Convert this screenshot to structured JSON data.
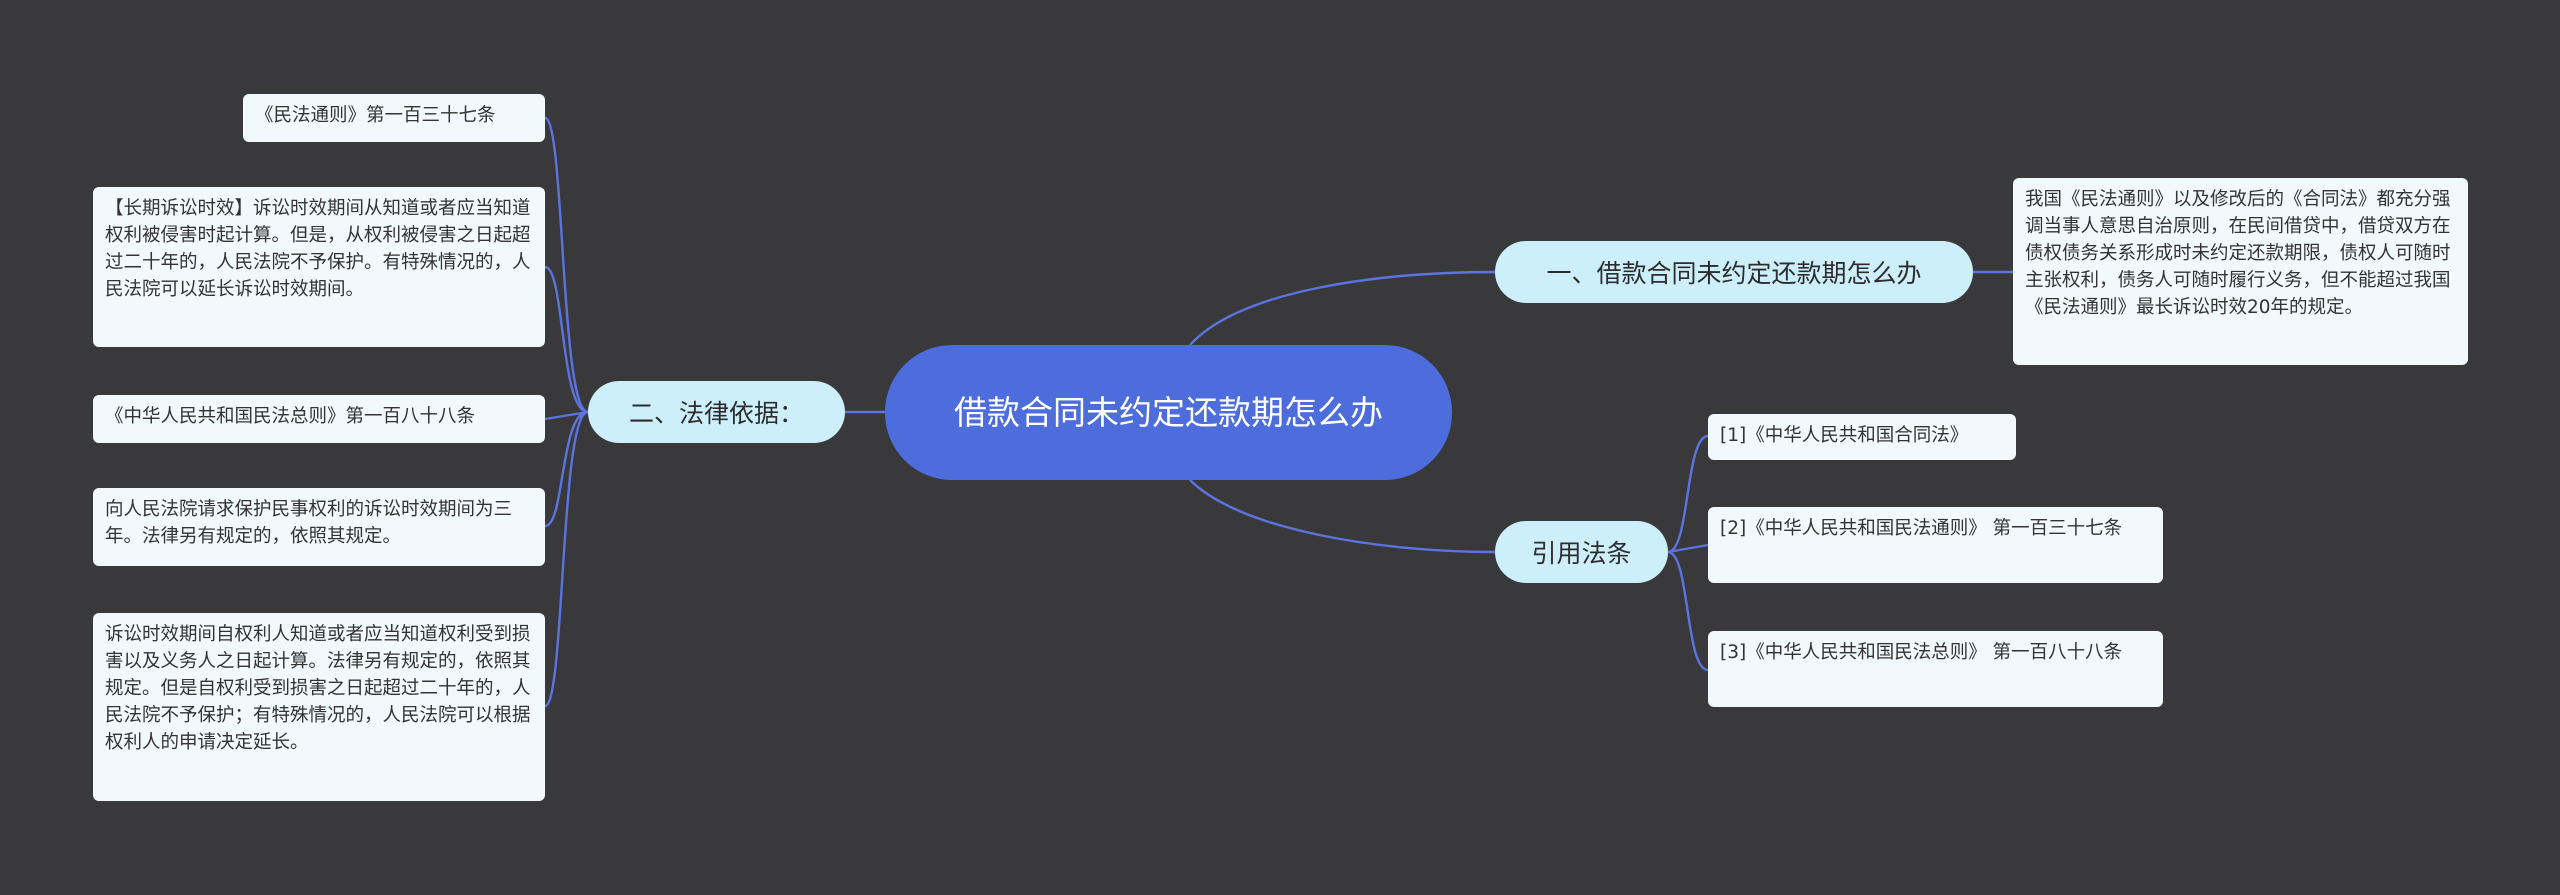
{
  "root": {
    "title": "借款合同未约定还款期怎么办"
  },
  "branches": {
    "b1": {
      "label": "一、借款合同未约定还款期怎么办",
      "leaves": [
        "我国《民法通则》以及修改后的《合同法》都充分强调当事人意思自治原则，在民间借贷中，借贷双方在债权债务关系形成时未约定还款期限，债权人可随时主张权利，债务人可随时履行义务，但不能超过我国《民法通则》最长诉讼时效20年的规定。"
      ]
    },
    "b2": {
      "label": "二、法律依据：",
      "leaves": [
        "《民法通则》第一百三十七条",
        "【长期诉讼时效】诉讼时效期间从知道或者应当知道权利被侵害时起计算。但是，从权利被侵害之日起超过二十年的，人民法院不予保护。有特殊情况的，人民法院可以延长诉讼时效期间。",
        "《中华人民共和国民法总则》第一百八十八条",
        "向人民法院请求保护民事权利的诉讼时效期间为三年。法律另有规定的，依照其规定。",
        "诉讼时效期间自权利人知道或者应当知道权利受到损害以及义务人之日起计算。法律另有规定的，依照其规定。但是自权利受到损害之日起超过二十年的，人民法院不予保护；有特殊情况的，人民法院可以根据权利人的申请决定延长。"
      ]
    },
    "b3": {
      "label": "引用法条",
      "leaves": [
        "[1]《中华人民共和国合同法》",
        "[2]《中华人民共和国民法通则》 第一百三十七条",
        "[3]《中华人民共和国民法总则》 第一百八十八条"
      ]
    }
  },
  "colors": {
    "background": "#39393b",
    "root": "#4c6ddb",
    "branch": "#cdeefb",
    "leaf": "#f1f9fd",
    "link": "#5b74e0"
  }
}
